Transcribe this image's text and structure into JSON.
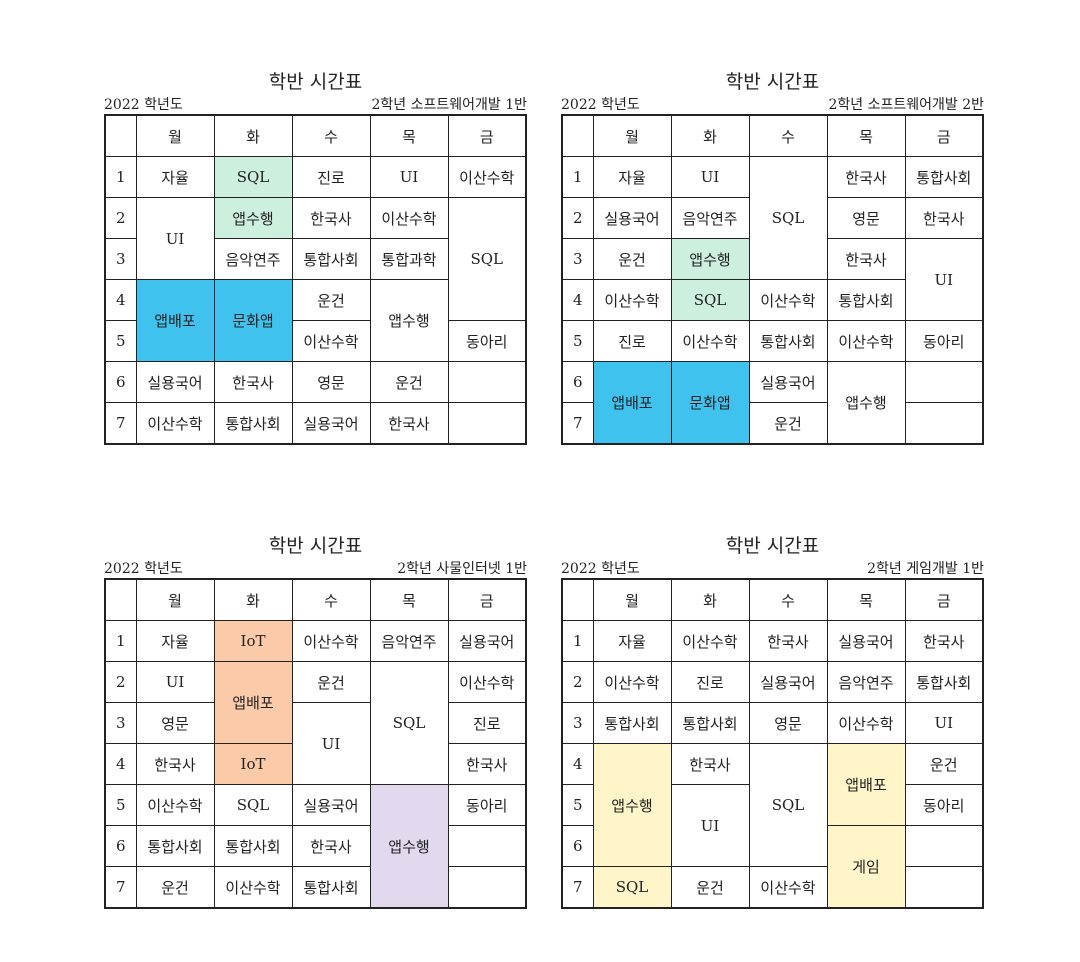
{
  "page_heading": "학반 시간표",
  "days": [
    "월",
    "화",
    "수",
    "목",
    "금"
  ],
  "colors": {
    "blue": "#3fc2ee",
    "mint": "#ccefde",
    "peach": "#fbcaa9",
    "lavender": "#e3d9ee",
    "cream": "#fff5c9"
  },
  "tt1": {
    "title": "학반 시간표",
    "year": "2022 학년도",
    "class": "2학년 소프트웨어개발 1반",
    "r1": [
      "자율",
      "SQL",
      "진로",
      "UI",
      "이산수학"
    ],
    "r2": [
      "UI",
      "앱수행",
      "한국사",
      "이산수학",
      "SQL"
    ],
    "r3": [
      "음악연주",
      "통합사회",
      "통합과학"
    ],
    "r4": [
      "앱배포",
      "문화앱",
      "운건",
      "앱수행"
    ],
    "r5": [
      "이산수학",
      "동아리"
    ],
    "r6": [
      "실용국어",
      "한국사",
      "영문",
      "운건",
      ""
    ],
    "r7": [
      "이산수학",
      "통합사회",
      "실용국어",
      "한국사",
      ""
    ]
  },
  "tt2": {
    "title": "학반 시간표",
    "year": "2022 학년도",
    "class": "2학년 소프트웨어개발 2반",
    "r1": [
      "자율",
      "UI",
      "SQL",
      "한국사",
      "통합사회"
    ],
    "r2": [
      "실용국어",
      "음악연주",
      "영문",
      "한국사"
    ],
    "r3": [
      "운건",
      "앱수행",
      "한국사",
      "UI"
    ],
    "r4": [
      "이산수학",
      "SQL",
      "이산수학",
      "통합사회"
    ],
    "r5": [
      "진로",
      "이산수학",
      "통합사회",
      "이산수학",
      "동아리"
    ],
    "r6": [
      "앱배포",
      "문화앱",
      "실용국어",
      "앱수행",
      ""
    ],
    "r7": [
      "운건",
      ""
    ]
  },
  "tt3": {
    "title": "학반 시간표",
    "year": "2022 학년도",
    "class": "2학년 사물인터넷 1반",
    "r1": [
      "자율",
      "IoT",
      "이산수학",
      "음악연주",
      "실용국어"
    ],
    "r2": [
      "UI",
      "앱배포",
      "운건",
      "SQL",
      "이산수학"
    ],
    "r3": [
      "영문",
      "UI",
      "진로"
    ],
    "r4": [
      "한국사",
      "IoT",
      "한국사"
    ],
    "r5": [
      "이산수학",
      "SQL",
      "실용국어",
      "앱수행",
      "동아리"
    ],
    "r6": [
      "통합사회",
      "통합사회",
      "한국사",
      ""
    ],
    "r7": [
      "운건",
      "이산수학",
      "통합사회",
      ""
    ]
  },
  "tt4": {
    "title": "학반 시간표",
    "year": "2022 학년도",
    "class": "2학년 게임개발 1반",
    "r1": [
      "자율",
      "이산수학",
      "한국사",
      "실용국어",
      "한국사"
    ],
    "r2": [
      "이산수학",
      "진로",
      "실용국어",
      "음악연주",
      "통합사회"
    ],
    "r3": [
      "통합사회",
      "통합사회",
      "영문",
      "이산수학",
      "UI"
    ],
    "r4": [
      "앱수행",
      "한국사",
      "SQL",
      "앱배포",
      "운건"
    ],
    "r5": [
      "UI",
      "동아리"
    ],
    "r6": [
      "게임",
      ""
    ],
    "r7": [
      "SQL",
      "운건",
      "이산수학",
      ""
    ]
  }
}
